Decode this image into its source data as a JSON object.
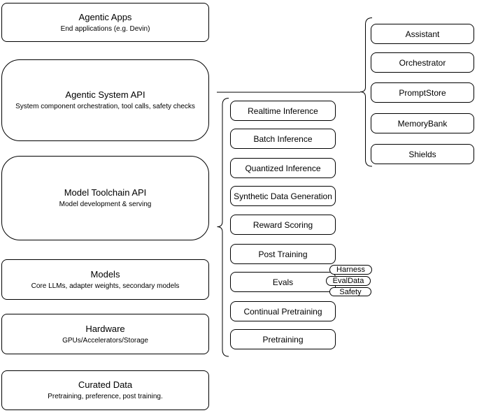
{
  "canvas": {
    "background": "#ffffff",
    "stroke": "#000000",
    "text_color": "#000000"
  },
  "stack": {
    "agentic_apps": {
      "title": "Agentic Apps",
      "subtitle": "End applications (e.g. Devin)"
    },
    "agentic_system_api": {
      "title": "Agentic System API",
      "subtitle": "System component orchestration, tool calls, safety checks"
    },
    "model_toolchain_api": {
      "title": "Model Toolchain API",
      "subtitle": "Model development & serving"
    },
    "models": {
      "title": "Models",
      "subtitle": "Core LLMs, adapter weights, secondary models"
    },
    "hardware": {
      "title": "Hardware",
      "subtitle": "GPUs/Accelerators/Storage"
    },
    "curated_data": {
      "title": "Curated Data",
      "subtitle": "Pretraining, preference, post training."
    }
  },
  "toolchain": {
    "items": [
      "Realtime Inference",
      "Batch Inference",
      "Quantized Inference",
      "Synthetic Data Generation",
      "Reward Scoring",
      "Post Training",
      "Evals",
      "Continual Pretraining",
      "Pretraining"
    ]
  },
  "eval_tags": {
    "items": [
      "Harness",
      "EvalData",
      "Safety"
    ]
  },
  "components": {
    "items": [
      "Assistant",
      "Orchestrator",
      "PromptStore",
      "MemoryBank",
      "Shields"
    ]
  }
}
